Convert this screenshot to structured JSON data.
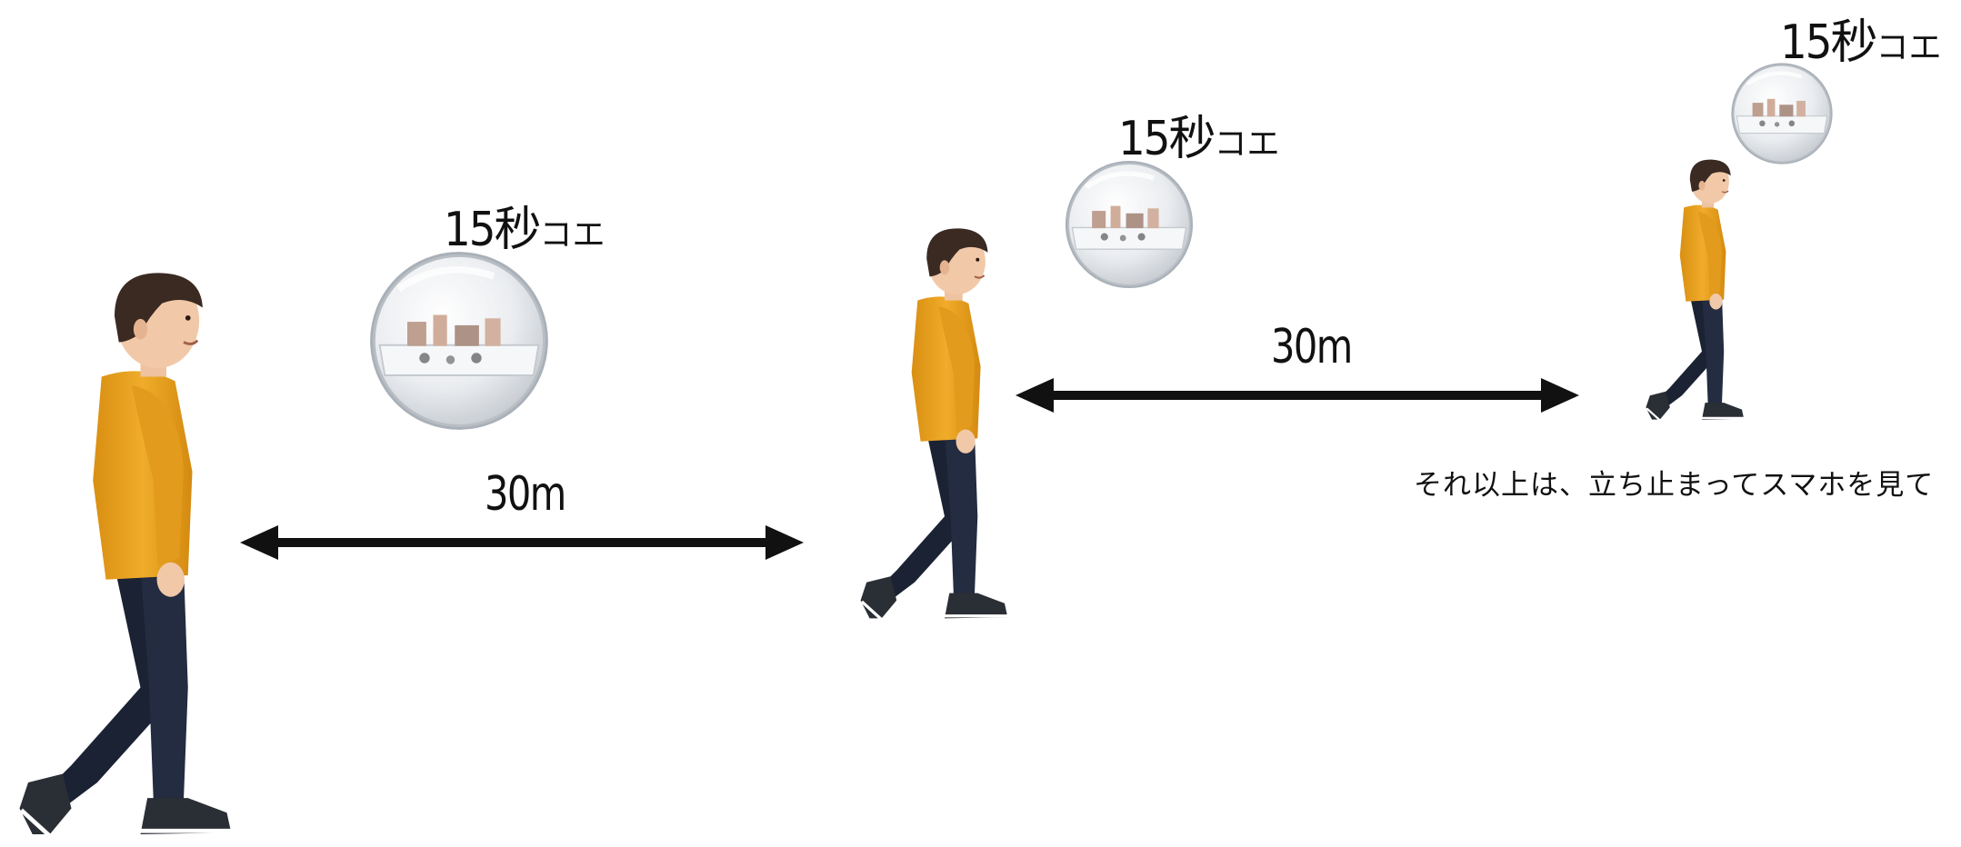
{
  "labels": {
    "sound_1": {
      "num": "15秒",
      "kana": "コエ"
    },
    "sound_2": {
      "num": "15秒",
      "kana": "コエ"
    },
    "sound_3": {
      "num": "15秒",
      "kana": "コエ"
    }
  },
  "distances": {
    "gap_1": "30m",
    "gap_2": "30m"
  },
  "caption": "それ以上は、立ち止まってスマホを見て",
  "colors": {
    "shirt": "#e8a21c",
    "jeans": "#1b2233",
    "hair": "#3a2a22",
    "skin": "#f1c8a8",
    "arrow": "#111111",
    "bubble": "#d9dde2"
  },
  "icons": [
    "walking-boy-figure",
    "sound-bubble-icon",
    "double-arrow"
  ]
}
